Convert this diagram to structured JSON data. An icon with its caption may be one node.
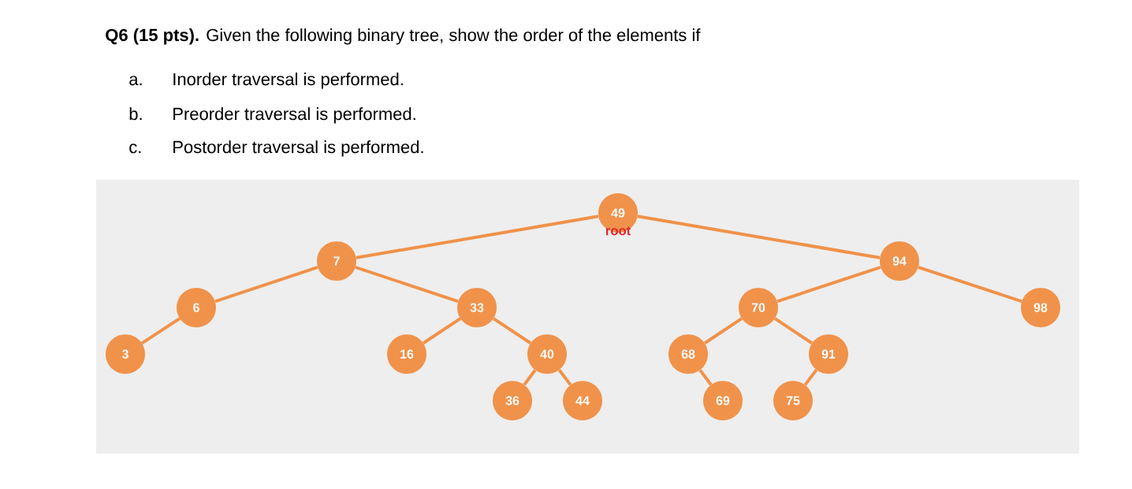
{
  "diagram": {
    "title": "**Q6 (15 pts).** Given the following binary tree, show the order of the elements if",
    "nodes": [
      {
        "text": [
          "49",
          "root"
        ]
      },
      {
        "text": [
          "7"
        ]
      },
      {
        "text": [
          "6"
        ]
      },
      {
        "text": [
          "3"
        ]
      },
      {
        "text": [
          "33"
        ]
      },
      {
        "text": [
          "16"
        ]
      },
      {
        "text": [
          "40"
        ]
      },
      {
        "text": [
          "36"
        ]
      },
      {
        "text": [
          "44"
        ]
      },
      {
        "text": [
          "94"
        ]
      },
      {
        "text": [
          "70"
        ]
      },
      {
        "text": [
          "68"
        ]
      },
      {
        "text": [
          "69"
        ]
      },
      {
        "text": [
          "91"
        ]
      },
      {
        "text": [
          "75"
        ]
      },
      {
        "text": [
          "98"
        ]
      }
    ],
    "edges": [
      {
        "from": 0,
        "to": 1,
        "arrow": "none"
      },
      {
        "from": 1,
        "to": 2,
        "arrow": "none"
      },
      {
        "from": 2,
        "to": 3,
        "arrow": "none"
      },
      {
        "from": 1,
        "to": 4,
        "arrow": "none"
      },
      {
        "from": 4,
        "to": 5,
        "arrow": "none"
      },
      {
        "from": 4,
        "to": 6,
        "arrow": "none"
      },
      {
        "from": 6,
        "to": 7,
        "arrow": "none"
      },
      {
        "from": 6,
        "to": 8,
        "arrow": "none"
      },
      {
        "from": 0,
        "to": 9,
        "arrow": "none"
      },
      {
        "from": 9,
        "to": 10,
        "arrow": "none"
      },
      {
        "from": 10,
        "to": 11,
        "arrow": "none"
      },
      {
        "from": 11,
        "to": 12,
        "arrow": "none"
      },
      {
        "from": 10,
        "to": 13,
        "arrow": "none"
      },
      {
        "from": 13,
        "to": 14,
        "arrow": "none"
      },
      {
        "from": 9,
        "to": 15,
        "arrow": "none"
      }
    ],
    "labels": [
      "a.",
      "Inorder traversal is performed.",
      "b.",
      "Preorder traversal is performed.",
      "c.",
      "Postorder traversal is performed."
    ]
  }
}
